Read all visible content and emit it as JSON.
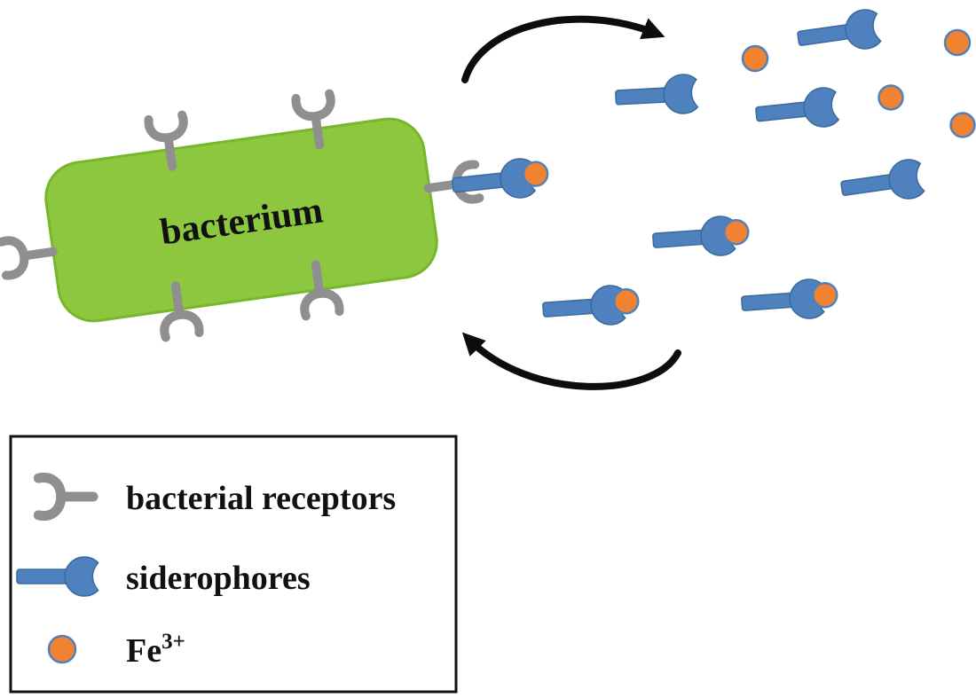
{
  "diagram": {
    "bacterium_label": "bacterium"
  },
  "legend": {
    "items": [
      {
        "icon": "bacterial-receptor-icon",
        "label": "bacterial receptors"
      },
      {
        "icon": "siderophore-icon",
        "label": "siderophores"
      },
      {
        "icon": "fe-ion-icon",
        "label_base": "Fe",
        "label_sup": "3+"
      }
    ]
  },
  "colors": {
    "bacterium-green": "#8DC63F",
    "bacterium-green-border": "#76B82A",
    "receptor-gray": "#8F8F8F",
    "siderophore-blue": "#4E81BD",
    "siderophore-blue-border": "#3A6B9E",
    "fe-orange": "#F08232",
    "fe-orange-border": "#4E81BD",
    "arrow-black": "#0D0D0D"
  }
}
